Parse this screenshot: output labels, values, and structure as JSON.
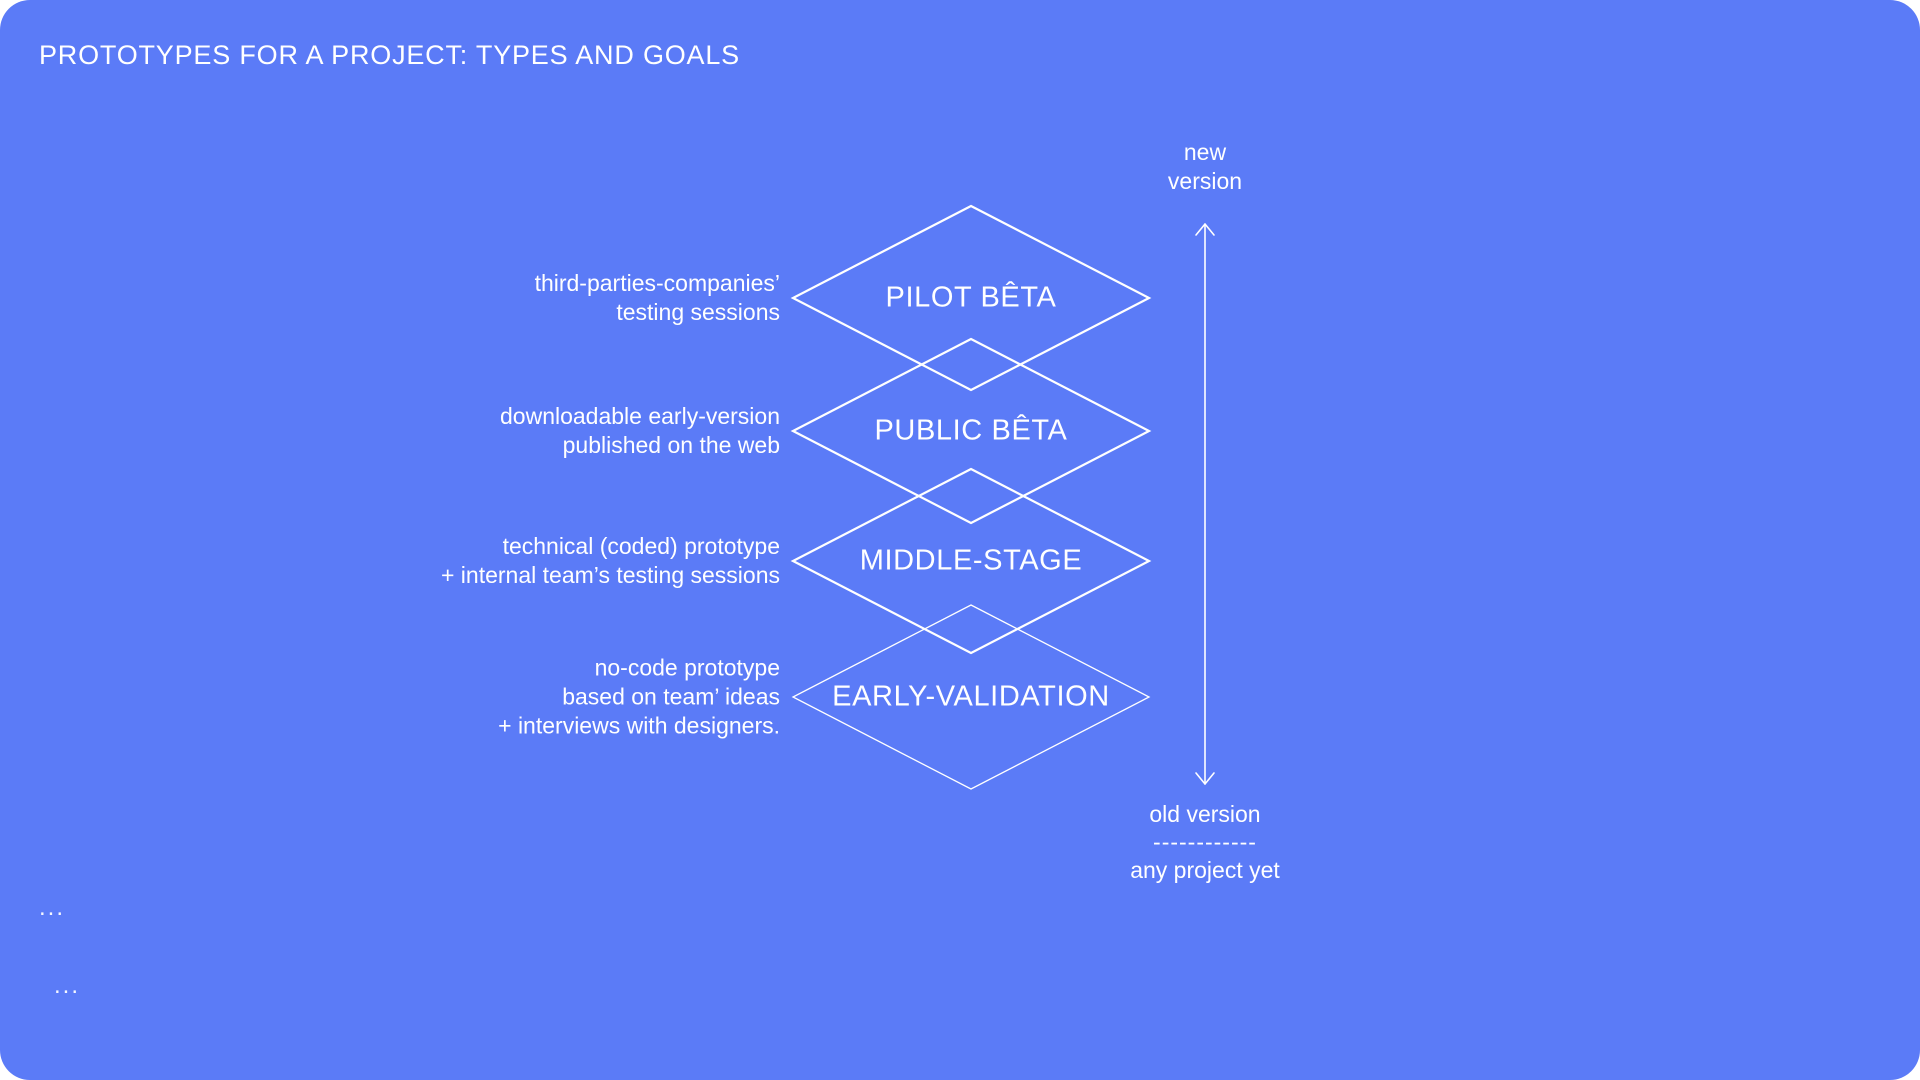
{
  "page": {
    "title": "PROTOTYPES FOR A PROJECT: TYPES AND GOALS",
    "colors": {
      "background": "#5B7BF7",
      "text": "#FFFFFF"
    }
  },
  "stages": [
    {
      "label": "PILOT BÊTA",
      "annotation": "third-parties-companies’\ntesting sessions"
    },
    {
      "label": "PUBLIC BÊTA",
      "annotation": "downloadable early-version\npublished on the web"
    },
    {
      "label": "MIDDLE-STAGE",
      "annotation": "technical (coded) prototype\n+ internal team’s testing sessions"
    },
    {
      "label": "EARLY-VALIDATION",
      "annotation": "no-code prototype\nbased on team’ ideas\n+ interviews with designers."
    }
  ],
  "axis": {
    "top_label": "new\nversion",
    "bottom_label": "old version",
    "bottom_divider": "------------",
    "bottom_sublabel": "any project yet"
  },
  "footer": {
    "ellipsis_1": "...",
    "ellipsis_2": "..."
  }
}
